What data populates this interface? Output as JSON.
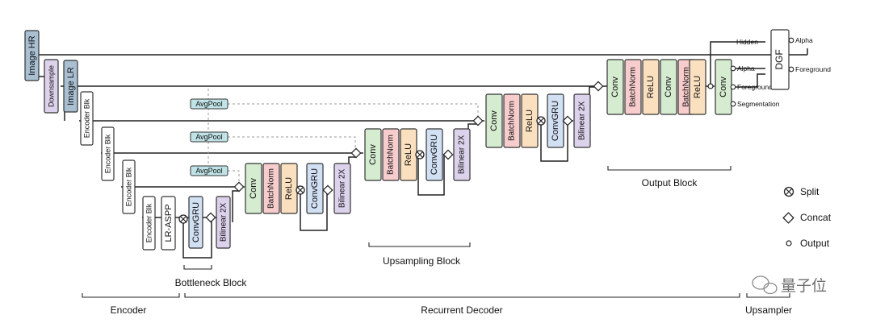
{
  "input_blocks": {
    "image_hr": "Image HR",
    "downsample": "Downsample",
    "image_lr": "Image LR"
  },
  "encoder": {
    "blocks": [
      "Encoder Blk",
      "Encoder Blk",
      "Encoder Blk",
      "Encoder Blk"
    ],
    "lr_aspp": "LR-ASPP",
    "label": "Encoder"
  },
  "avgpool": [
    "AvgPool",
    "AvgPool",
    "AvgPool"
  ],
  "bottleneck": {
    "convgru": "ConvGRU",
    "bilinear": "Bilinear 2X",
    "label": "Bottleneck Block"
  },
  "upsampling": {
    "conv": "Conv",
    "batchnorm": "BatchNorm",
    "relu": "ReLU",
    "convgru": "ConvGRU",
    "bilinear": "Bilinear 2X",
    "label": "Upsampling Block"
  },
  "output_block": {
    "layers": [
      "Conv",
      "BatchNorm",
      "ReLU",
      "Conv",
      "BatchNorm",
      "ReLU"
    ],
    "final_conv": "Conv",
    "label": "Output Block",
    "outputs": [
      "Alpha",
      "Foreground",
      "Segmentation"
    ]
  },
  "dgf": {
    "label": "DGF",
    "inputs": [
      "Hidden",
      "Alpha",
      "Foreground"
    ],
    "outputs": [
      "Alpha",
      "Foreground"
    ]
  },
  "legend": {
    "split": "Split",
    "concat": "Concat",
    "output": "Output"
  },
  "section_labels": {
    "encoder": "Encoder",
    "recurrent_decoder": "Recurrent Decoder",
    "upsampler": "Upsampler"
  },
  "watermark": "量子位",
  "colors": {
    "image": "#a9c0d3",
    "downsample": "#ddd2ec",
    "avgpool": "#bfe3e6",
    "conv": "#d6ecd1",
    "batchnorm": "#f6cccc",
    "relu": "#fbe0bf",
    "convgru": "#d2e0f4",
    "bilinear": "#ddd2ec"
  }
}
